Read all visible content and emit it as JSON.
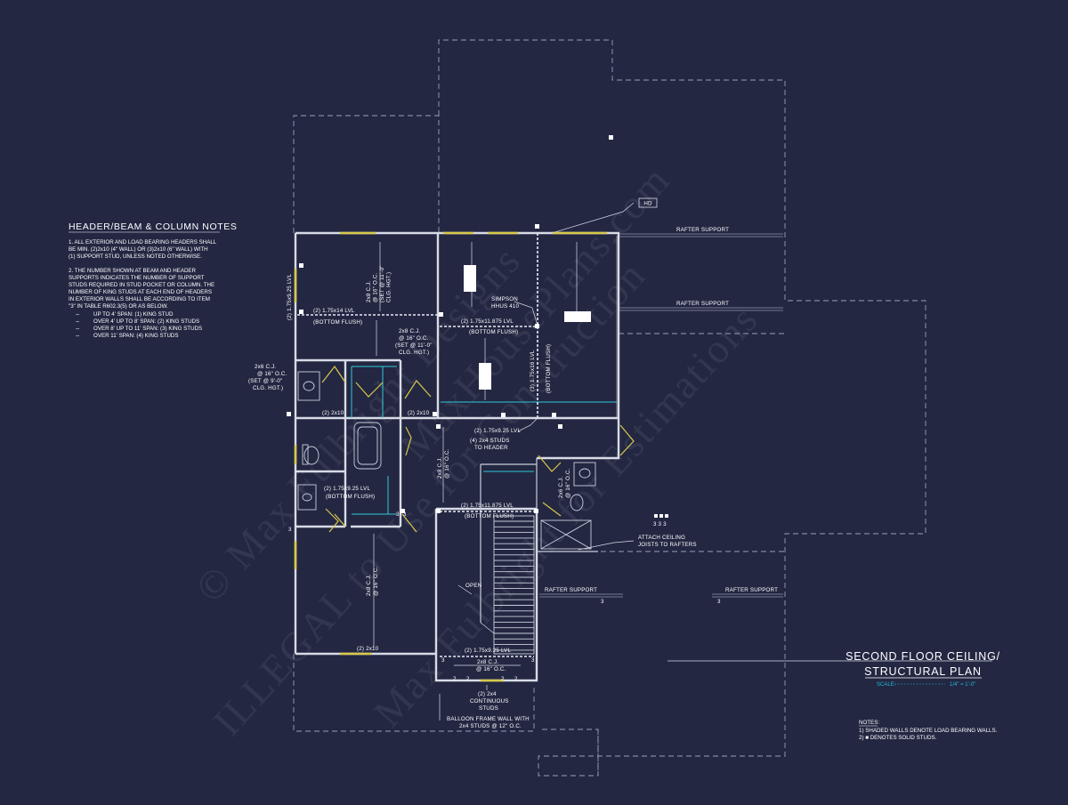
{
  "notes_panel": {
    "title": "HEADER/BEAM & COLUMN NOTES",
    "note1": [
      "1.   ALL EXTERIOR AND LOAD BEARING HEADERS SHALL",
      "      BE MIN. (2)2x10 (4\" WALL) OR (3)2x10 (6\" WALL) WITH",
      "      (1) SUPPORT STUD, UNLESS NOTED OTHERWISE."
    ],
    "note2": [
      "2.   THE NUMBER SHOWN AT BEAM AND HEADER",
      "      SUPPORTS INDICATES THE NUMBER OF SUPPORT",
      "      STUDS REQUIRED IN STUD POCKET OR COLUMN. THE",
      "      NUMBER OF KING STUDS AT EACH END OF HEADERS",
      "      IN EXTERIOR WALLS SHALL BE ACCORDING TO ITEM",
      "      \"3\" IN TABLE R602.3(5) OR AS BELOW."
    ],
    "spans": [
      "UP TO 4' SPAN: (1) KING STUD",
      "OVER 4' UP TO 8' SPAN: (2) KING STUDS",
      "OVER 8' UP TO 11' SPAN: (3) KING STUDS",
      "OVER 11' SPAN: (4) KING STUDS"
    ]
  },
  "plan_labels": {
    "beam_1": "(2) 1.75x14 LVL",
    "flush_1": "(BOTTOM FLUSH)",
    "beam_2": "(2) 1.75x11.875 LVL",
    "flush_2": "(BOTTOM FLUSH)",
    "cj_1": [
      "2x8 C.J.",
      "@ 16\" O.C.",
      "(SET @ 11'-0\"",
      "CLG. HGT.)"
    ],
    "cj_2": [
      "2x8 C.J.",
      "@ 16\" O.C.",
      "(SET @ 11'-0\"",
      "CLG. HGT.)"
    ],
    "cj_3": [
      "2x6 C.J.",
      "@ 16\" O.C.",
      "(SET @ 9'-0\"",
      "CLG. HGT.)"
    ],
    "cj_4": [
      "2x8 C.J.",
      "@ 16\" O.C."
    ],
    "cj_5": [
      "2x6 C.J.",
      "@ 16\" O.C."
    ],
    "cj_6": [
      "2x8 C.J.",
      "@ 16\" O.C."
    ],
    "cj_7": [
      "2x8 C.J.",
      "@ 16\" O.C."
    ],
    "simpson": [
      "SIMPSON",
      "HHUS 410"
    ],
    "side_beam_left": "(2) 1.75x9.25 LVL",
    "side_beam_right": [
      "(3) 1.75x16 LVL",
      "(BOTTOM FLUSH)"
    ],
    "header_2x10_a": "(2) 2x10",
    "header_2x10_b": "(2) 2x10",
    "header_2x10_c": "(2) 2x10",
    "beam_3": "(2) 1.75x9.25 LVL",
    "studs_to_header": [
      "(4) 2x4 STUDS",
      "TO HEADER"
    ],
    "beam_4": [
      "(2) 1.75x9.25 LVL",
      "(BOTTOM FLUSH)"
    ],
    "beam_5": "(2) 1.75x11.875 LVL",
    "flush_5": "(BOTTOM FLUSH)",
    "open": "OPEN",
    "beam_6": "(2) 1.75x9.25 LVL",
    "continuous_studs": [
      "(2) 2x4",
      "CONTINUOUS",
      "STUDS"
    ],
    "balloon_frame": [
      "BALLOON FRAME WALL WITH",
      "2x4 STUDS @ 12\" O.C."
    ],
    "attach_ceiling": [
      "ATTACH CEILING",
      "JOISTS TO RAFTERS"
    ],
    "rafter_support_1": "RAFTER SUPPORT",
    "rafter_support_2": "RAFTER SUPPORT",
    "rafter_support_3": "RAFTER SUPPORT",
    "rafter_support_4": "RAFTER SUPPORT",
    "hd": "HD",
    "n3": "3",
    "n2": "2",
    "n333": "3 3 3"
  },
  "title_block": {
    "line1": "SECOND FLOOR CEILING/",
    "line2": "STRUCTURAL PLAN",
    "scale_label": "SCALE:",
    "scale_value": "1/4\" = 1'-0\""
  },
  "legend": {
    "title": "NOTES:",
    "item1": "1)  SHADED WALLS DENOTE LOAD BEARING WALLS.",
    "item2": "2)  ■  DENOTES SOLID STUDS."
  },
  "watermarks": [
    "© Max Fulbright Designs",
    "ILLEGAL to Use for Construction",
    "MaxHousePlans.com",
    "Max Fulbright for Estimations"
  ],
  "colors": {
    "background": "#232742",
    "wall": "#d7dbe6",
    "window": "#d8c94a",
    "accent": "#2fc9d8"
  }
}
